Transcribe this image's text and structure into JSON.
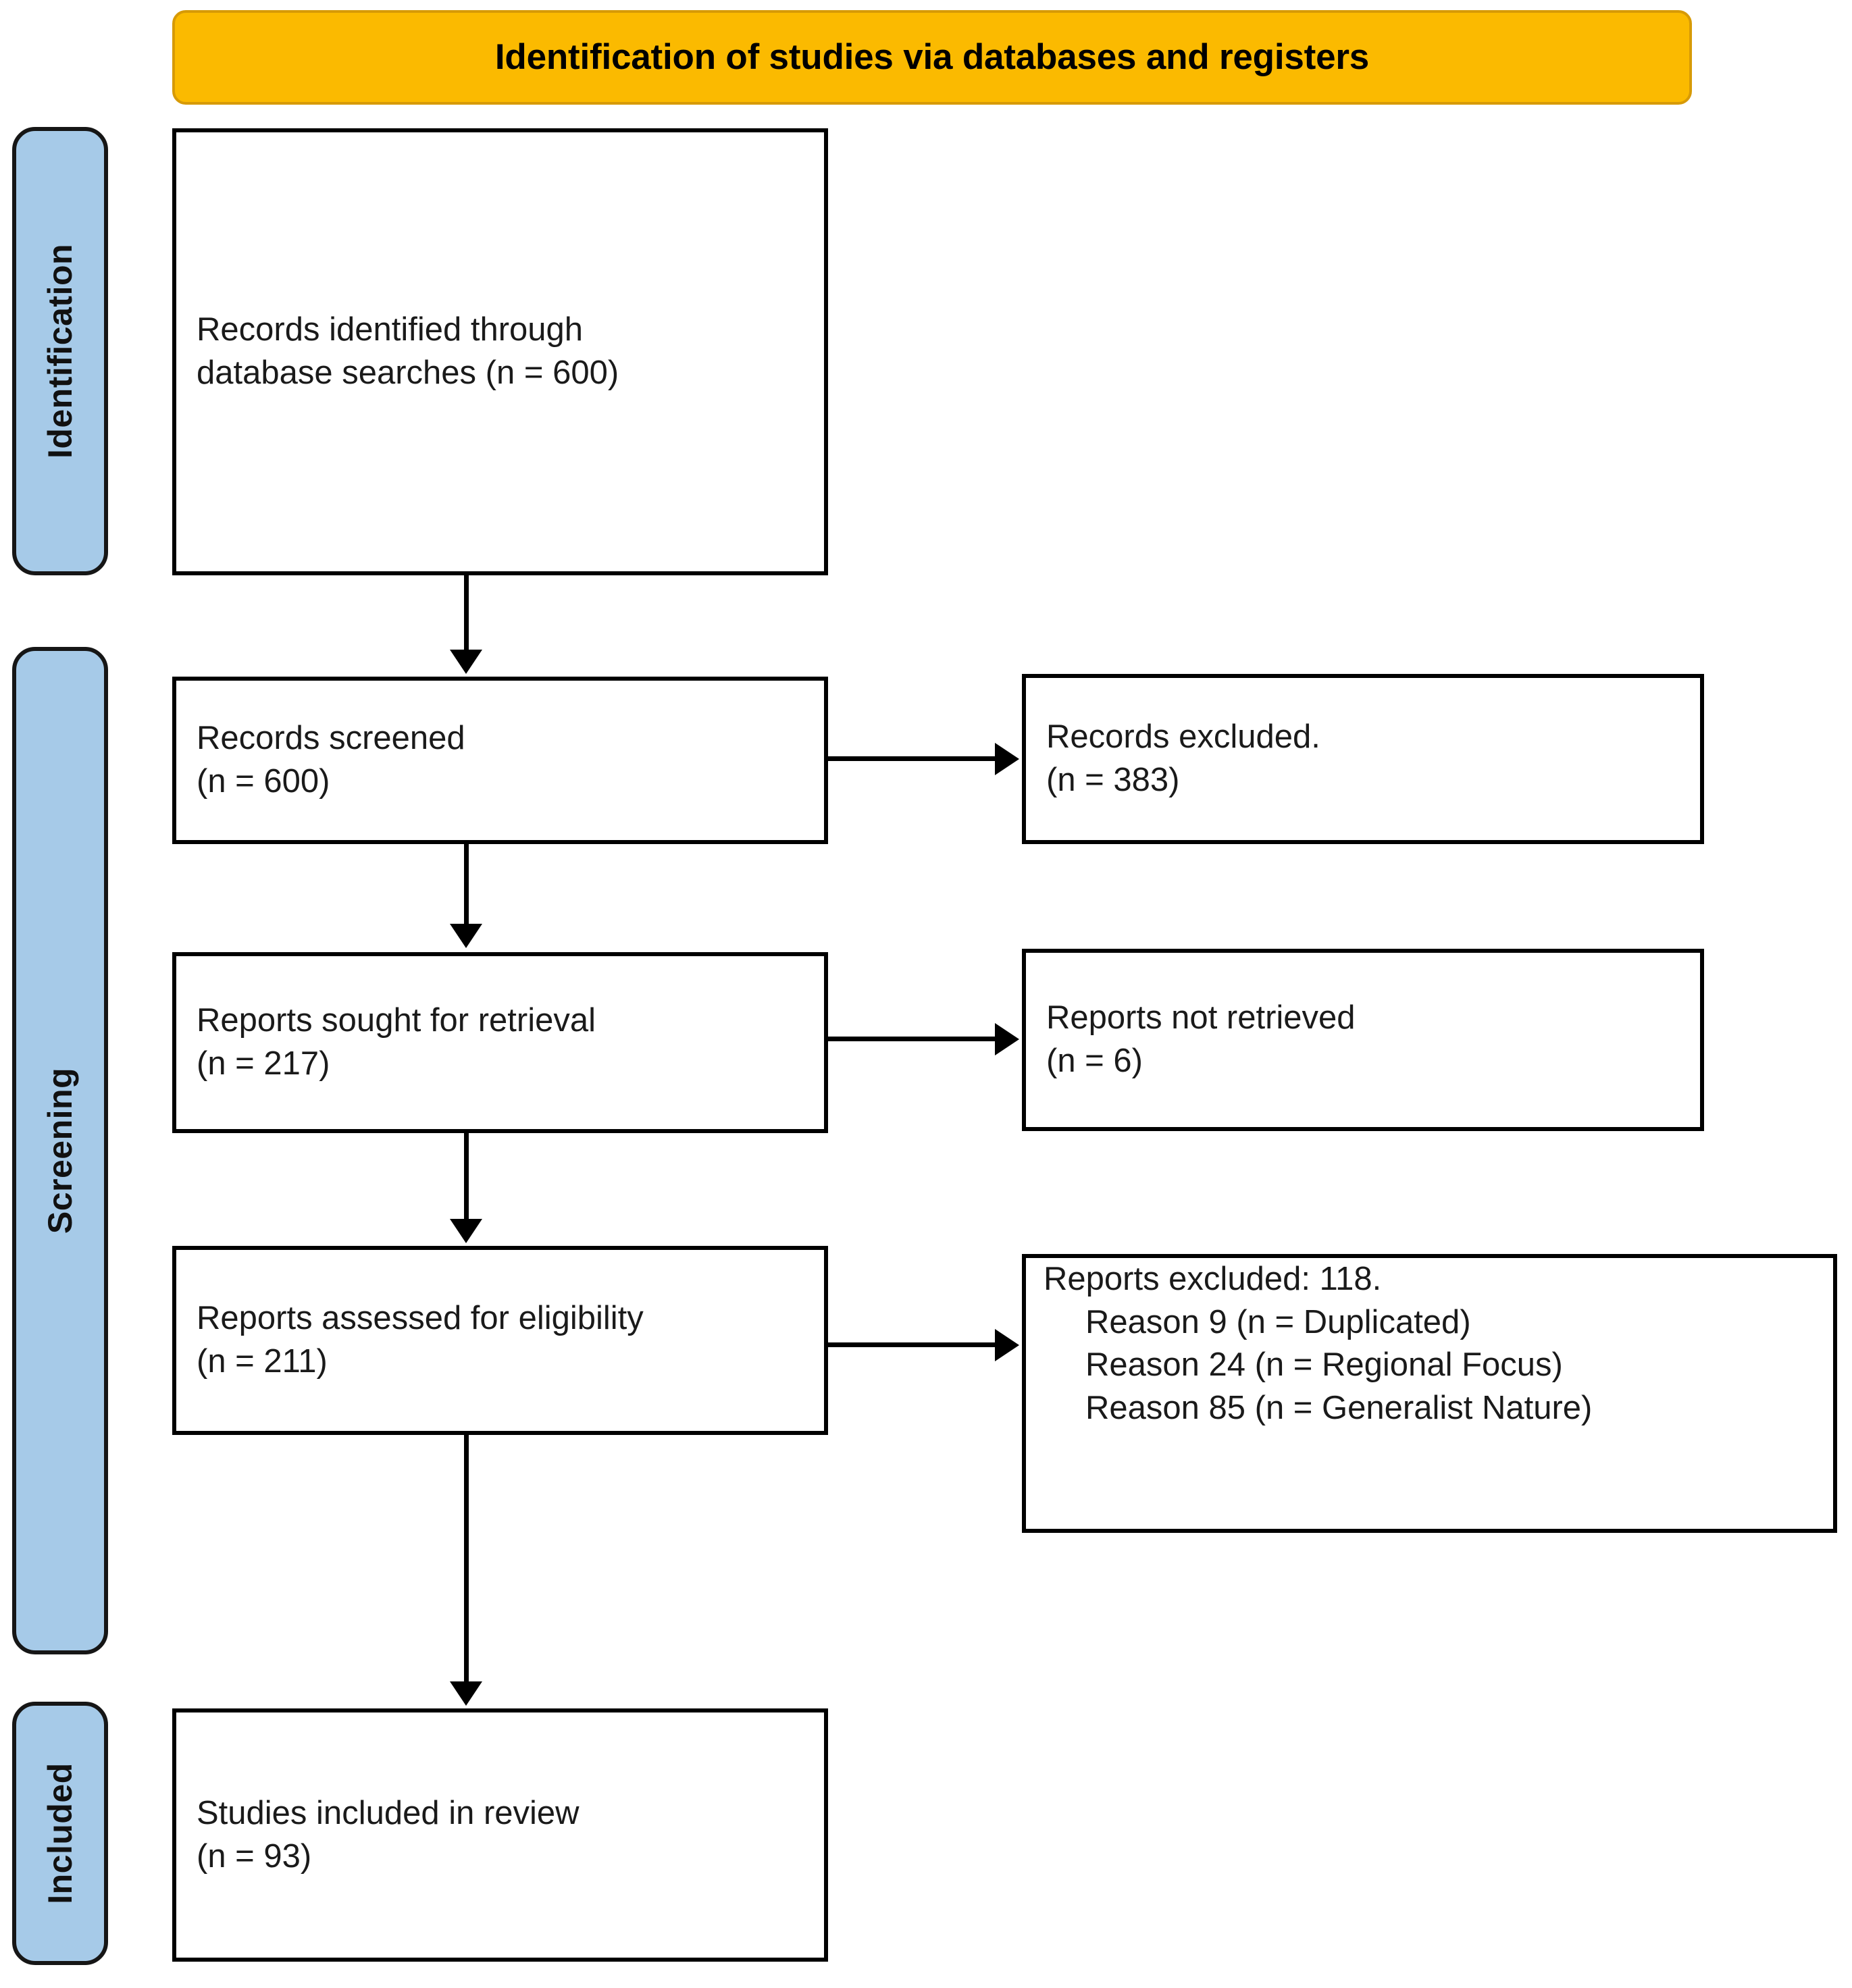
{
  "header": {
    "title": "Identification of studies via databases and registers",
    "background_color": "#FBBA00",
    "border_color": "#D79A06"
  },
  "stages": {
    "pill_color": "#A6CAE8",
    "identification": "Identification",
    "screening": "Screening",
    "included": "Included"
  },
  "boxes": {
    "identified": "Records identified through\ndatabase searches (n = 600)",
    "screened": "Records screened\n(n = 600)",
    "records_excluded": "Records excluded.\n(n = 383)",
    "sought": "Reports sought for retrieval\n(n = 217)",
    "not_retrieved": "Reports not retrieved\n(n = 6)",
    "assessed": "Reports assessed for eligibility\n(n = 211)",
    "included": "Studies included in review\n(n = 93)"
  },
  "reports_excluded": {
    "heading": "Reports excluded: 118.",
    "reasons": [
      "Reason 9 (n = Duplicated)",
      "Reason 24 (n = Regional Focus)",
      "Reason 85 (n = Generalist Nature)"
    ]
  },
  "chart_data": {
    "type": "diagram",
    "title": "Identification of studies via databases and registers",
    "nodes": [
      {
        "id": "identified",
        "stage": "Identification",
        "label": "Records identified through database searches",
        "n": 600
      },
      {
        "id": "screened",
        "stage": "Screening",
        "label": "Records screened",
        "n": 600
      },
      {
        "id": "records_excluded",
        "stage": "Screening",
        "label": "Records excluded.",
        "n": 383
      },
      {
        "id": "sought",
        "stage": "Screening",
        "label": "Reports sought for retrieval",
        "n": 217
      },
      {
        "id": "not_retrieved",
        "stage": "Screening",
        "label": "Reports not retrieved",
        "n": 6
      },
      {
        "id": "assessed",
        "stage": "Screening",
        "label": "Reports assessed for eligibility",
        "n": 211
      },
      {
        "id": "reports_excluded",
        "stage": "Screening",
        "label": "Reports excluded",
        "n": 118
      },
      {
        "id": "included",
        "stage": "Included",
        "label": "Studies included in review",
        "n": 93
      }
    ],
    "edges": [
      {
        "from": "identified",
        "to": "screened"
      },
      {
        "from": "screened",
        "to": "records_excluded"
      },
      {
        "from": "screened",
        "to": "sought"
      },
      {
        "from": "sought",
        "to": "not_retrieved"
      },
      {
        "from": "sought",
        "to": "assessed"
      },
      {
        "from": "assessed",
        "to": "reports_excluded"
      },
      {
        "from": "assessed",
        "to": "included"
      }
    ]
  }
}
